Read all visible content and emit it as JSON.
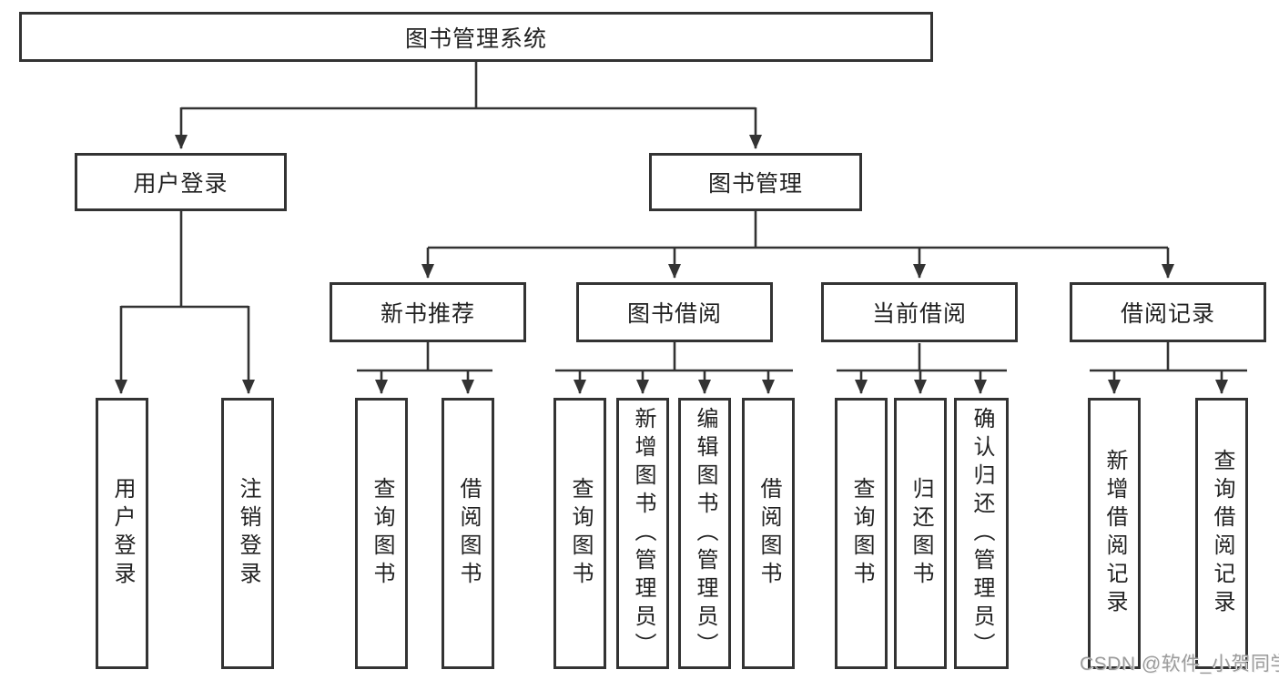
{
  "diagram": {
    "root": {
      "id": "library-management-system",
      "label": "图书管理系统"
    },
    "level2": [
      {
        "id": "user-login",
        "label": "用户登录",
        "parent": "library-management-system"
      },
      {
        "id": "book-management",
        "label": "图书管理",
        "parent": "library-management-system"
      }
    ],
    "level3": [
      {
        "id": "new-book-recommend",
        "label": "新书推荐",
        "parent": "book-management"
      },
      {
        "id": "book-borrowing",
        "label": "图书借阅",
        "parent": "book-management"
      },
      {
        "id": "current-borrowing",
        "label": "当前借阅",
        "parent": "book-management"
      },
      {
        "id": "borrow-records",
        "label": "借阅记录",
        "parent": "book-management"
      }
    ],
    "leaves": [
      {
        "label": "用户登录",
        "parent": "user-login"
      },
      {
        "label": "注销登录",
        "parent": "user-login"
      },
      {
        "label": "查询图书",
        "parent": "new-book-recommend"
      },
      {
        "label": "借阅图书",
        "parent": "new-book-recommend"
      },
      {
        "label": "查询图书",
        "parent": "book-borrowing"
      },
      {
        "label": "新增图书（管理员）",
        "parent": "book-borrowing"
      },
      {
        "label": "编辑图书（管理员）",
        "parent": "book-borrowing"
      },
      {
        "label": "借阅图书",
        "parent": "book-borrowing"
      },
      {
        "label": "查询图书",
        "parent": "current-borrowing"
      },
      {
        "label": "归还图书",
        "parent": "current-borrowing"
      },
      {
        "label": "确认归还（管理员）",
        "parent": "current-borrowing"
      },
      {
        "label": "新增借阅记录",
        "parent": "borrow-records"
      },
      {
        "label": "查询借阅记录",
        "parent": "borrow-records"
      }
    ]
  },
  "watermark": {
    "text": "CSDN @软件_小贺同学"
  },
  "colors": {
    "line": "#333333",
    "box_border": "#333333",
    "text": "#222222",
    "watermark": "#9c9c9c",
    "background": "#ffffff"
  }
}
